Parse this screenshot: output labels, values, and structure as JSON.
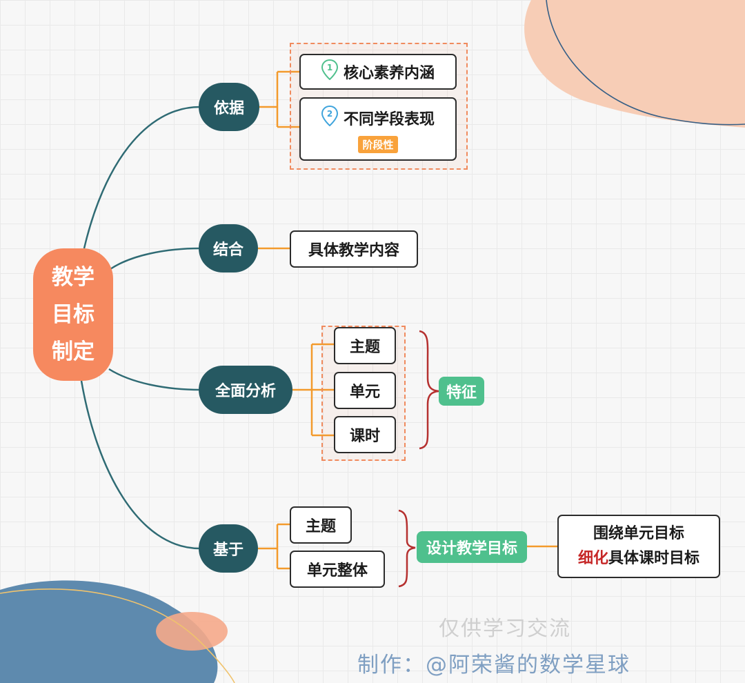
{
  "root": {
    "line1": "教学",
    "line2": "目标",
    "line3": "制定"
  },
  "branches": {
    "basis": {
      "label": "依据",
      "items": [
        {
          "num": "1",
          "text": "核心素养内涵"
        },
        {
          "num": "2",
          "text": "不同学段表现",
          "tag": "阶段性"
        }
      ]
    },
    "combine": {
      "label": "结合",
      "item": "具体教学内容"
    },
    "analysis": {
      "label": "全面分析",
      "items": [
        "主题",
        "单元",
        "课时"
      ],
      "summary": "特征"
    },
    "based_on": {
      "label": "基于",
      "items": [
        "主题",
        "单元整体"
      ],
      "summary": "设计教学目标",
      "result": {
        "line1": "围绕单元目标",
        "line2_highlight": "细化",
        "line2_rest": "具体课时目标"
      }
    }
  },
  "watermark": {
    "line1": "仅供学习交流",
    "line2": "制作：@阿荣酱的数学星球"
  },
  "colors": {
    "root": "#f6895f",
    "branch": "#265962",
    "connector_root": "#2f6b74",
    "connector_leaf": "#f39a2b",
    "summary": "#4fc08d",
    "tag": "#f9a23b",
    "brace": "#b5302f",
    "highlight": "#c62828"
  }
}
